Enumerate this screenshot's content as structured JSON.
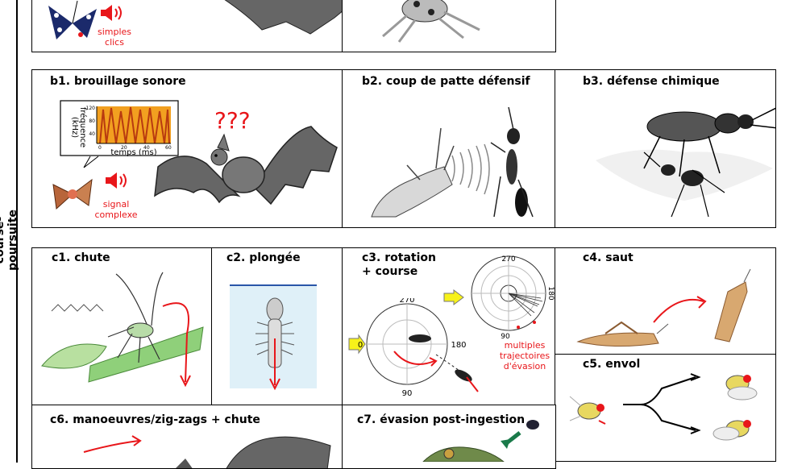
{
  "side_label": "course-poursuite",
  "top_row": {
    "sound_label_line1": "simples",
    "sound_label_line2": "clics"
  },
  "row_b": {
    "b1": {
      "title": "b1. brouillage sonore",
      "question": "???",
      "ylabel_line1": "fréquence",
      "ylabel_line2": "(kHz)",
      "xlabel": "temps (ms)",
      "yticks": [
        "120",
        "80",
        "40"
      ],
      "xticks": [
        "0",
        "20",
        "40",
        "60"
      ],
      "signal_line1": "signal",
      "signal_line2": "complexe"
    },
    "b2": {
      "title": "b2. coup de patte défensif"
    },
    "b3": {
      "title": "b3. défense chimique"
    }
  },
  "row_c": {
    "c1": {
      "title": "c1. chute"
    },
    "c2": {
      "title": "c2. plongée"
    },
    "c3": {
      "title_line1": "c3. rotation",
      "title_line2": "+ course",
      "polar1": {
        "top": "270",
        "right": "180",
        "bottom": "90",
        "left": "0"
      },
      "polar2": {
        "top": "270",
        "right": "180",
        "bottom": "90"
      },
      "note_line1": "multiples",
      "note_line2": "trajectoires",
      "note_line3": "d'évasion"
    },
    "c4": {
      "title": "c4. saut"
    },
    "c5": {
      "title": "c5. envol"
    },
    "c6": {
      "title": "c6. manoeuvres/zig-zags + chute"
    },
    "c7": {
      "title": "c7. évasion post-ingestion"
    }
  },
  "colors": {
    "red": "#e8161a",
    "bat": "#666666",
    "leaf": "#8fd07a",
    "water": "#dff0f8",
    "arrow_yellow": "#f7f21a",
    "arrow_green": "#1a7a4a"
  }
}
